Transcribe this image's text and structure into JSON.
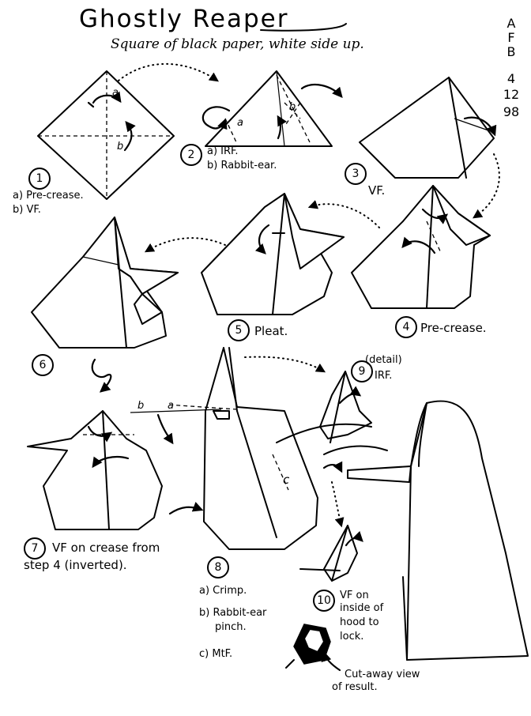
{
  "title": "Ghostly Reaper",
  "subtitle": "Square of black paper, white side up.",
  "credit": {
    "initials": [
      "A",
      "F",
      "B"
    ],
    "date": [
      "4",
      "12",
      "98"
    ]
  },
  "steps": [
    {
      "number": "1",
      "lines": [
        "a) Pre-crease.",
        "b) VF."
      ],
      "labels": [
        "a",
        "b"
      ]
    },
    {
      "number": "2",
      "lines": [
        "a) IRF.",
        "b) Rabbit-ear."
      ],
      "labels": [
        "a",
        "b"
      ]
    },
    {
      "number": "3",
      "lines": [
        "VF."
      ]
    },
    {
      "number": "4",
      "lines": [
        "Pre-crease."
      ]
    },
    {
      "number": "5",
      "lines": [
        "Pleat."
      ]
    },
    {
      "number": "6",
      "lines": []
    },
    {
      "number": "7",
      "lines": [
        "VF on crease from",
        "step 4 (inverted)."
      ]
    },
    {
      "number": "8",
      "lines": [
        "a) Crimp.",
        "b) Rabbit-ear",
        "pinch.",
        "c) MtF."
      ],
      "labels": [
        "b",
        "a",
        "c"
      ]
    },
    {
      "number": "9",
      "detail": "(detail)",
      "lines": [
        "IRF."
      ]
    },
    {
      "number": "10",
      "lines": [
        "VF on",
        "inside of",
        "hood to",
        "lock."
      ]
    }
  ],
  "cutaway_note": [
    "Cut-away view",
    "of result."
  ]
}
